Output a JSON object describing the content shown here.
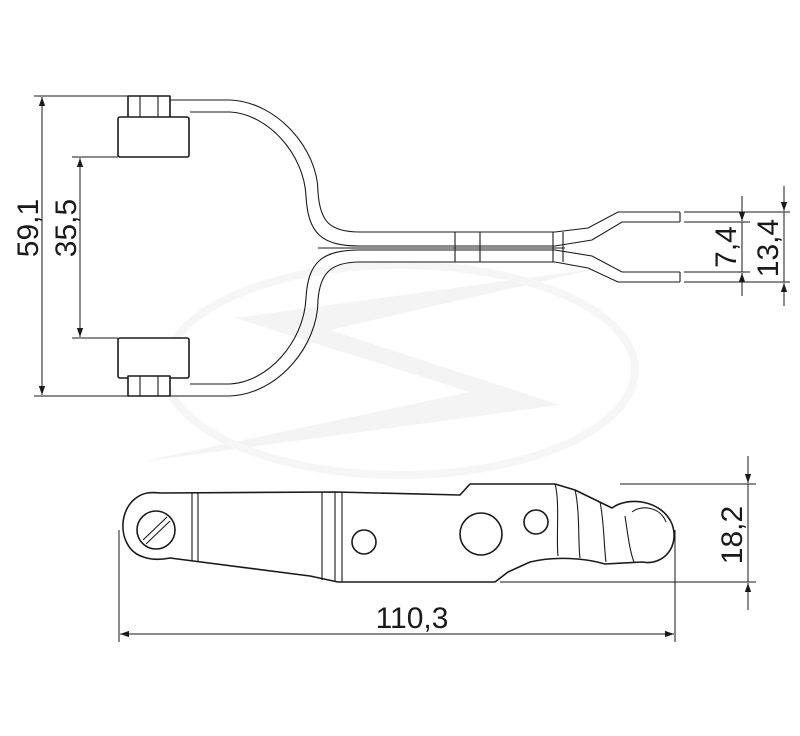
{
  "dimensions": {
    "overall_height": "59,1",
    "roller_spacing": "35,5",
    "tip_gap": "7,4",
    "tip_width": "13,4",
    "side_height": "18,2",
    "overall_length": "110,3"
  },
  "colors": {
    "line": "#1a1a1a",
    "background": "#ffffff",
    "watermark": "#f3f3f3"
  }
}
